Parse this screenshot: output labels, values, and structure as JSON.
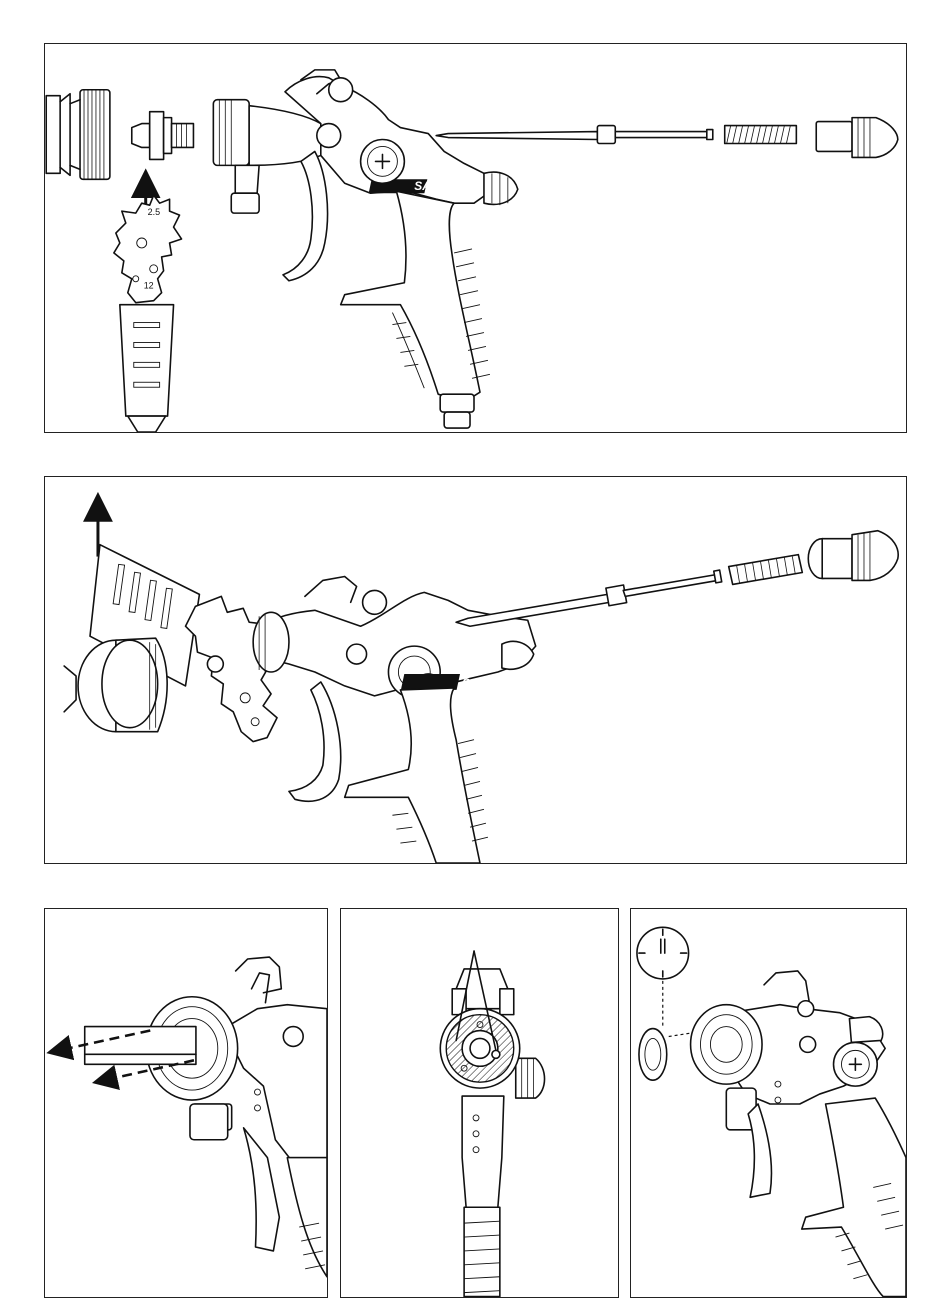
{
  "brand": {
    "logo": "SATA"
  },
  "tool_marks": {
    "size_a": "2.5",
    "size_b": "12"
  },
  "colors": {
    "line": "#111111",
    "background": "#ffffff"
  },
  "panels": [
    {
      "id": "p1",
      "content": "spray-gun-disassembly-exploded-view"
    },
    {
      "id": "p2",
      "content": "spray-gun-nozzle-removal-with-wrench"
    },
    {
      "id": "p3",
      "content": "spray-gun-air-distribution-ring-removal"
    },
    {
      "id": "p4",
      "content": "spray-gun-front-view-cross-section"
    },
    {
      "id": "p5",
      "content": "spray-gun-ring-reinstall-clock-position"
    }
  ],
  "icons": [
    "arrow-up-icon",
    "arrow-left-icon",
    "clock-icon",
    "plus-icon"
  ]
}
